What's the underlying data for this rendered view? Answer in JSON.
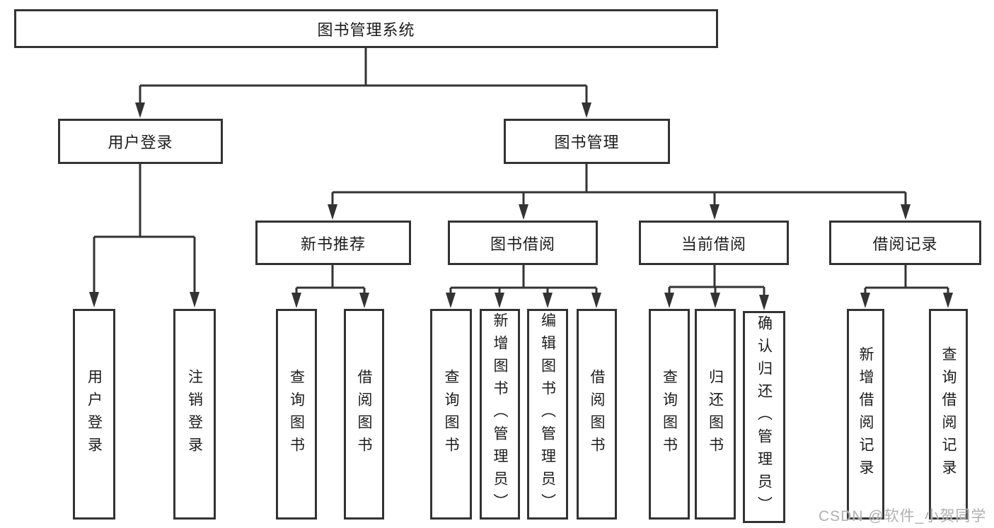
{
  "colors": {
    "line": "#333333",
    "text": "#1c1c1c",
    "watermark": "#acacac",
    "background": "#ffffff"
  },
  "tree": {
    "label": "图书管理系统",
    "children": [
      {
        "label": "用户登录",
        "children": [
          {
            "label": "用户登录"
          },
          {
            "label": "注销登录"
          }
        ]
      },
      {
        "label": "图书管理",
        "children": [
          {
            "label": "新书推荐",
            "children": [
              {
                "label": "查询图书"
              },
              {
                "label": "借阅图书"
              }
            ]
          },
          {
            "label": "图书借阅",
            "children": [
              {
                "label": "查询图书"
              },
              {
                "label": "新增图书（管理员）"
              },
              {
                "label": "编辑图书（管理员）"
              },
              {
                "label": "借阅图书"
              }
            ]
          },
          {
            "label": "当前借阅",
            "children": [
              {
                "label": "查询图书"
              },
              {
                "label": "归还图书"
              },
              {
                "label": "确认归还（管理员）"
              }
            ]
          },
          {
            "label": "借阅记录",
            "children": [
              {
                "label": "新增借阅记录"
              },
              {
                "label": "查询借阅记录"
              }
            ]
          }
        ]
      }
    ]
  },
  "watermark": "CSDN @软件_小贺同学"
}
